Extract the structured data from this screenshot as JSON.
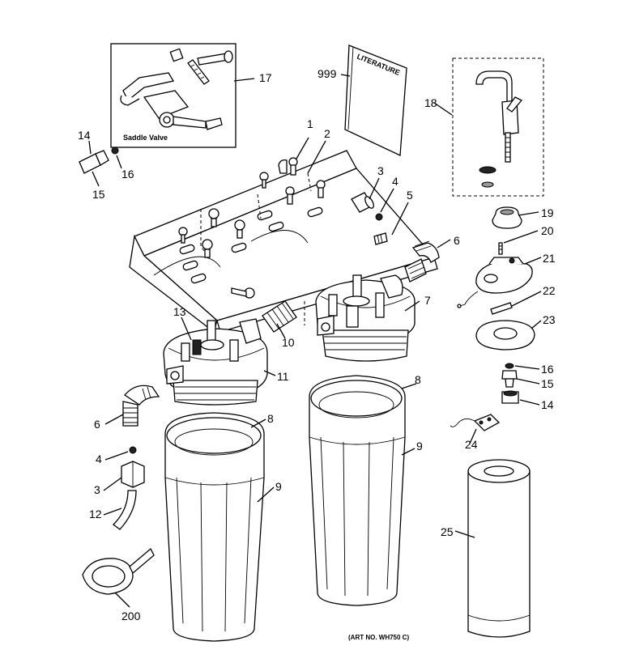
{
  "labels": {
    "p1": "1",
    "p2": "2",
    "p3a": "3",
    "p3b": "3",
    "p4a": "4",
    "p4b": "4",
    "p5": "5",
    "p6a": "6",
    "p6b": "6",
    "p7": "7",
    "p8a": "8",
    "p8b": "8",
    "p9a": "9",
    "p9b": "9",
    "p10": "10",
    "p11": "11",
    "p12": "12",
    "p13": "13",
    "p14a": "14",
    "p14b": "14",
    "p15a": "15",
    "p15b": "15",
    "p16a": "16",
    "p16b": "16",
    "p17": "17",
    "p18": "18",
    "p19": "19",
    "p20": "20",
    "p21": "21",
    "p22": "22",
    "p23": "23",
    "p24": "24",
    "p25": "25",
    "p200": "200",
    "p999": "999"
  },
  "inset_saddle_valve": "Saddle Valve",
  "literature_title": "LITERATURE",
  "art_number": "(ART NO. WH750 C)"
}
